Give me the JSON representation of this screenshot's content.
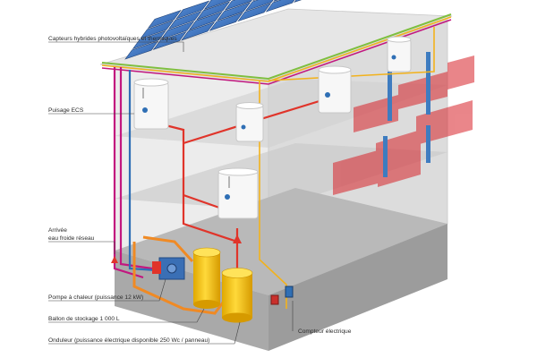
{
  "labels": {
    "hybrid_collectors": "Capteurs hybrides photovoltaïques et thermiques",
    "dhw_drawoff": "Puisage ECS",
    "cold_water_line1": "Arrivée",
    "cold_water_line2": "eau froide réseau",
    "heat_pump": "Pompe à chaleur (puissance 12 kW)",
    "storage_tank": "Ballon de stockage 1 000 L",
    "inverter": "Onduleur (puissance électrique disponible 250 Wc / panneau)",
    "electric_meter": "Compteur électrique"
  },
  "colors": {
    "hot_water_pipe": "#e0342a",
    "cold_water_pipe": "#2f6fb5",
    "solar_loop_pipe": "#c2177f",
    "electric_cable": "#f2b21d",
    "floor": "#b9b9b9",
    "tank": "#f5c518",
    "panel": "#3f78c4"
  }
}
